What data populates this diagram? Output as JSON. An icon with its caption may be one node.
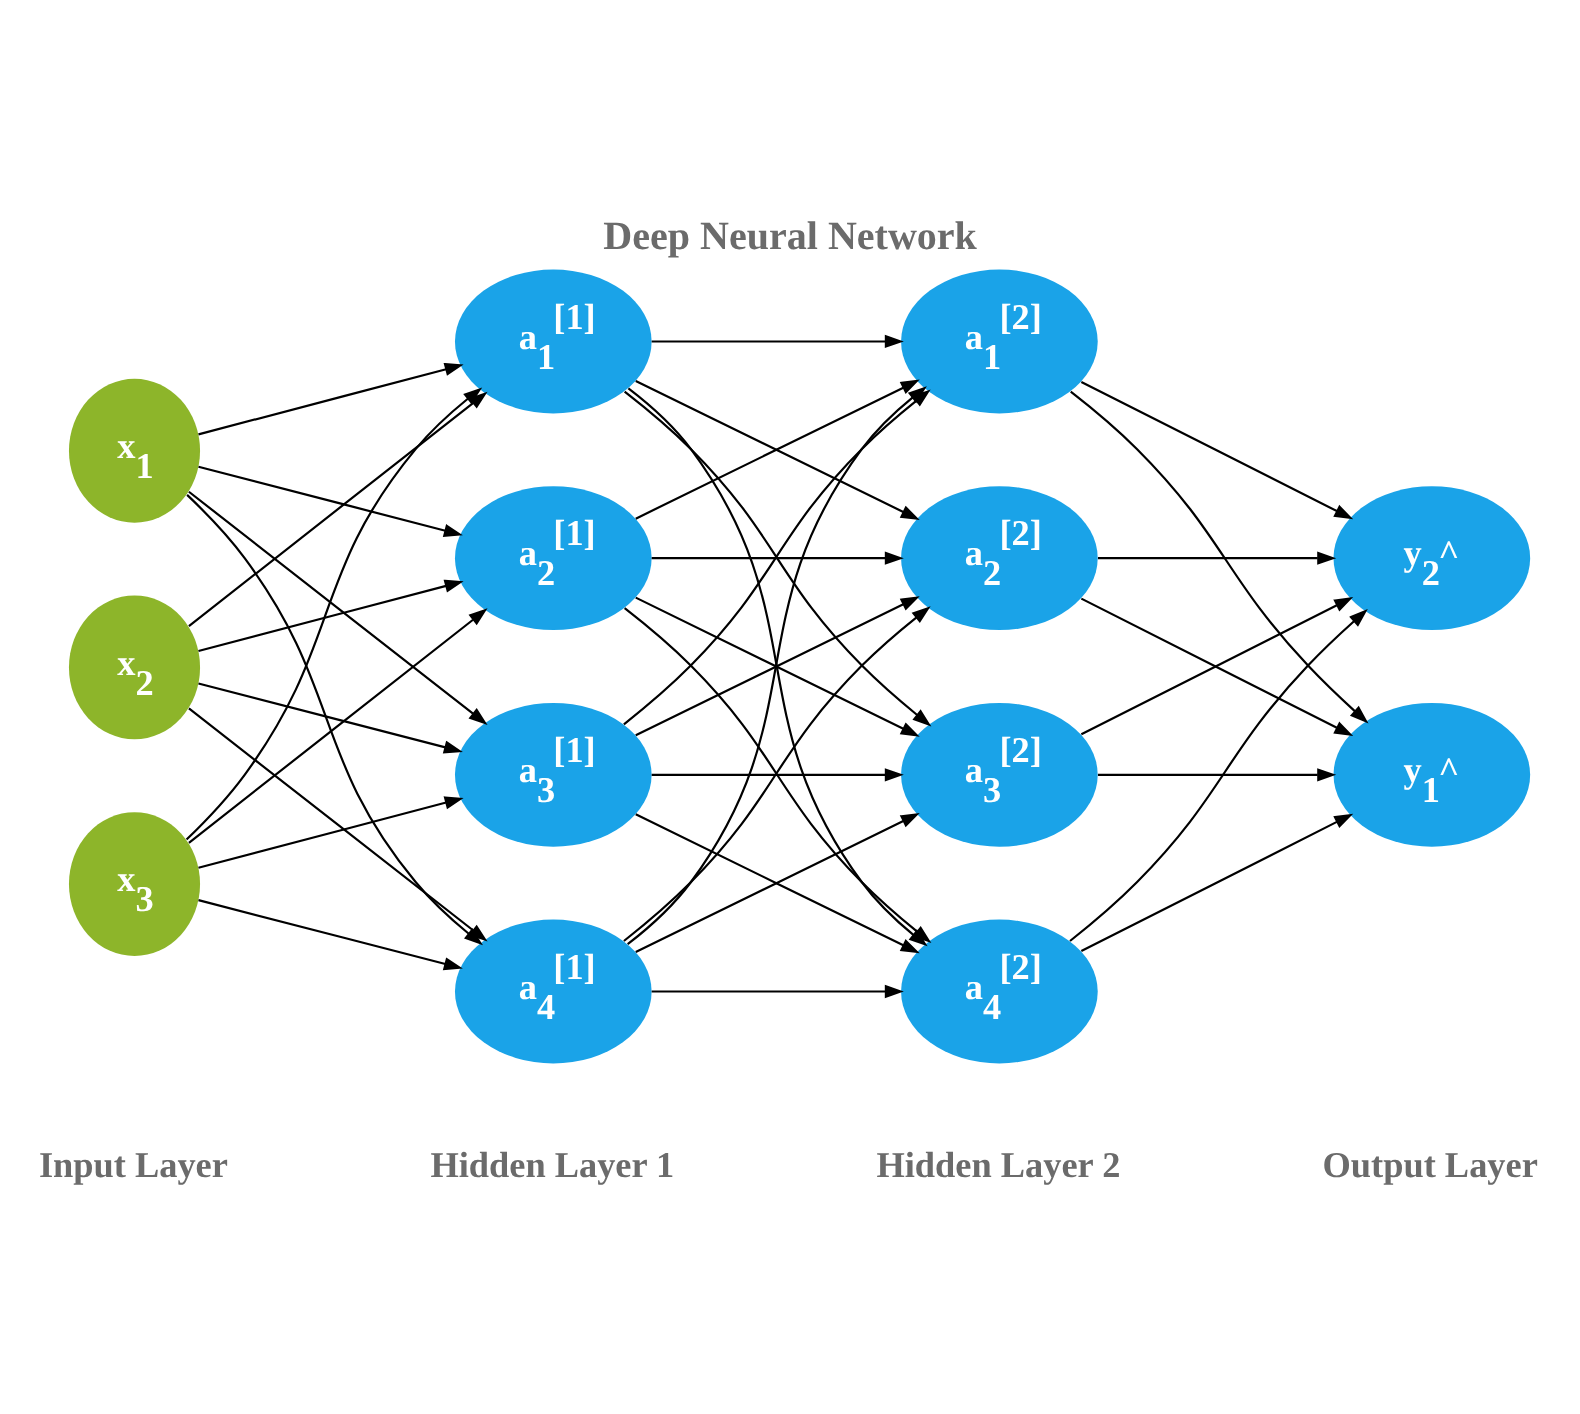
{
  "diagram": {
    "title": "Deep Neural Network",
    "nodes": [
      {
        "text": [
          "x$_{1}$"
        ]
      },
      {
        "text": [
          "x$_{2}$"
        ]
      },
      {
        "text": [
          "x$_{3}$"
        ]
      },
      {
        "text": [
          "a$_{1}$$^{[1]}$"
        ]
      },
      {
        "text": [
          "a$_{2}$$^{[1]}$"
        ]
      },
      {
        "text": [
          "a$_{3}$$^{[1]}$"
        ]
      },
      {
        "text": [
          "a$_{4}$$^{[1]}$"
        ]
      },
      {
        "text": [
          "a$_{1}$$^{[2]}$"
        ]
      },
      {
        "text": [
          "a$_{2}$$^{[2]}$"
        ]
      },
      {
        "text": [
          "a$_{3}$$^{[2]}$"
        ]
      },
      {
        "text": [
          "a$_{4}$$^{[2]}$"
        ]
      },
      {
        "text": [
          "y$_{1}$^"
        ]
      },
      {
        "text": [
          "y$_{2}$^"
        ]
      }
    ],
    "edges": [
      {
        "from": 0,
        "to": 3,
        "arrow": "to"
      },
      {
        "from": 0,
        "to": 4,
        "arrow": "to"
      },
      {
        "from": 0,
        "to": 5,
        "arrow": "to"
      },
      {
        "from": 0,
        "to": 6,
        "arrow": "to"
      },
      {
        "from": 1,
        "to": 3,
        "arrow": "to"
      },
      {
        "from": 1,
        "to": 4,
        "arrow": "to"
      },
      {
        "from": 1,
        "to": 5,
        "arrow": "to"
      },
      {
        "from": 1,
        "to": 6,
        "arrow": "to"
      },
      {
        "from": 2,
        "to": 3,
        "arrow": "to"
      },
      {
        "from": 2,
        "to": 4,
        "arrow": "to"
      },
      {
        "from": 2,
        "to": 5,
        "arrow": "to"
      },
      {
        "from": 2,
        "to": 6,
        "arrow": "to"
      },
      {
        "from": 3,
        "to": 7,
        "arrow": "to"
      },
      {
        "from": 3,
        "to": 8,
        "arrow": "to"
      },
      {
        "from": 3,
        "to": 9,
        "arrow": "to"
      },
      {
        "from": 3,
        "to": 10,
        "arrow": "to"
      },
      {
        "from": 4,
        "to": 7,
        "arrow": "to"
      },
      {
        "from": 4,
        "to": 8,
        "arrow": "to"
      },
      {
        "from": 4,
        "to": 9,
        "arrow": "to"
      },
      {
        "from": 4,
        "to": 10,
        "arrow": "to"
      },
      {
        "from": 5,
        "to": 7,
        "arrow": "to"
      },
      {
        "from": 5,
        "to": 8,
        "arrow": "to"
      },
      {
        "from": 5,
        "to": 9,
        "arrow": "to"
      },
      {
        "from": 5,
        "to": 10,
        "arrow": "to"
      },
      {
        "from": 6,
        "to": 7,
        "arrow": "to"
      },
      {
        "from": 6,
        "to": 8,
        "arrow": "to"
      },
      {
        "from": 6,
        "to": 9,
        "arrow": "to"
      },
      {
        "from": 6,
        "to": 10,
        "arrow": "to"
      },
      {
        "from": 7,
        "to": 11,
        "arrow": "to"
      },
      {
        "from": 7,
        "to": 12,
        "arrow": "to"
      },
      {
        "from": 8,
        "to": 11,
        "arrow": "to"
      },
      {
        "from": 8,
        "to": 12,
        "arrow": "to"
      },
      {
        "from": 9,
        "to": 11,
        "arrow": "to"
      },
      {
        "from": 9,
        "to": 12,
        "arrow": "to"
      },
      {
        "from": 10,
        "to": 11,
        "arrow": "to"
      },
      {
        "from": 10,
        "to": 12,
        "arrow": "to"
      }
    ],
    "labels": [
      "Input Layer",
      "Hidden Layer 1",
      "Hidden Layer 2",
      "Output Layer"
    ]
  }
}
